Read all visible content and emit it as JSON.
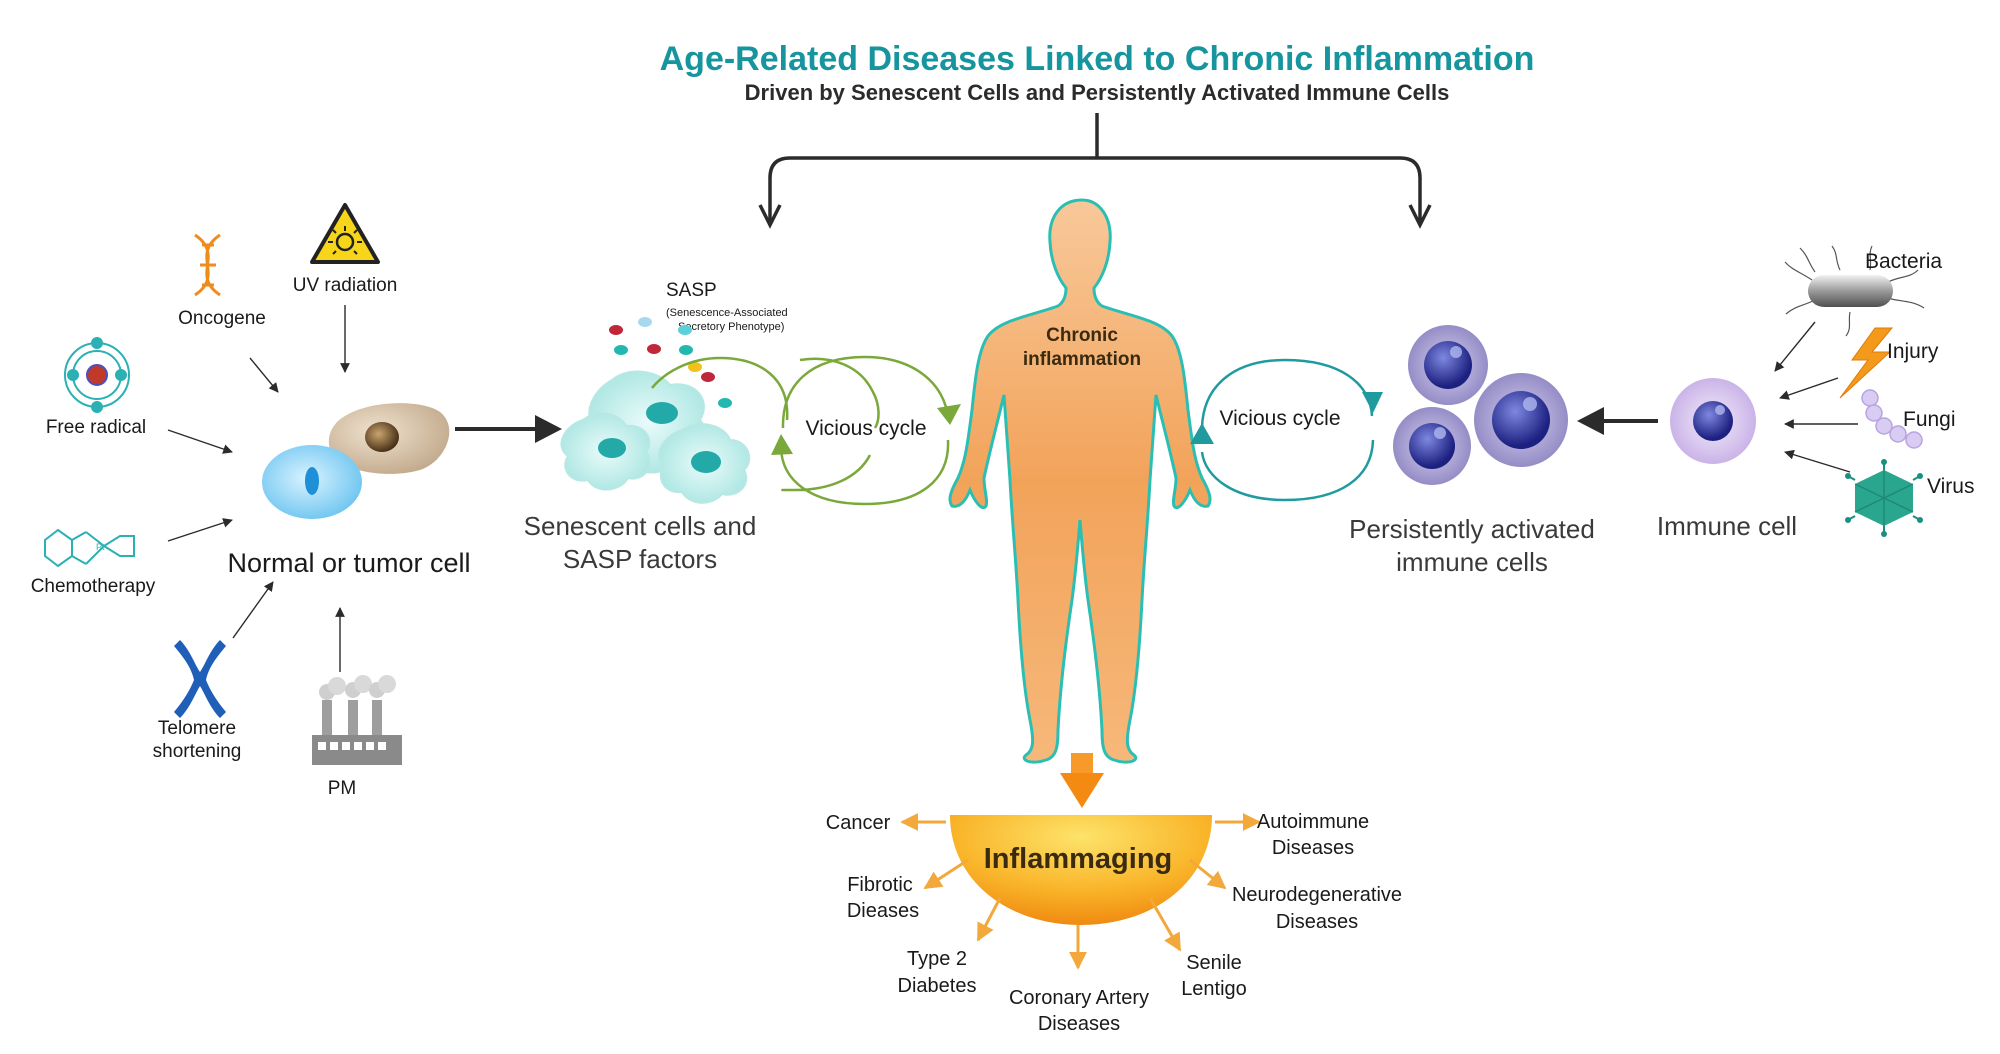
{
  "title": "Age-Related Diseases Linked to Chronic Inflammation",
  "subtitle": "Driven by Senescent Cells and Persistently Activated Immune Cells",
  "inducers": {
    "oncogene": "Oncogene",
    "uv": "UV radiation",
    "free_radical": "Free radical",
    "chemotherapy": "Chemotherapy",
    "telomere_line1": "Telomere",
    "telomere_line2": "shortening",
    "pm": "PM"
  },
  "normal_cell_label": "Normal or tumor cell",
  "sasp": {
    "title": "SASP",
    "sub_line1": "(Senescence-Associated",
    "sub_line2": "Secretory Phenotype)"
  },
  "senescent_label_line1": "Senescent cells and",
  "senescent_label_line2": "SASP factors",
  "vicious_cycle_left": "Vicious cycle",
  "vicious_cycle_right": "Vicious cycle",
  "body_label_line1": "Chronic",
  "body_label_line2": "inflammation",
  "activated_label_line1": "Persistently activated",
  "activated_label_line2": "immune cells",
  "immune_cell_label": "Immune cell",
  "pathogens": {
    "bacteria": "Bacteria",
    "injury": "Injury",
    "fungi": "Fungi",
    "virus": "Virus"
  },
  "inflammaging": "Inflammaging",
  "diseases": {
    "cancer": "Cancer",
    "autoimmune_1": "Autoimmune",
    "autoimmune_2": "Diseases",
    "fibrotic_1": "Fibrotic",
    "fibrotic_2": "Dieases",
    "neuro_1": "Neurodegenerative",
    "neuro_2": "Diseases",
    "diabetes_1": "Type 2",
    "diabetes_2": "Diabetes",
    "senile_1": "Senile",
    "senile_2": "Lentigo",
    "coronary_1": "Coronary Artery",
    "coronary_2": "Diseases"
  },
  "colors": {
    "title": "#16959e",
    "teal_cycle": "#1f9ba0",
    "green_cycle": "#7aa83a",
    "body_fill": "#f2a35a",
    "body_outline": "#2bbfb3",
    "inflammaging": "#f7a21b",
    "disease_arrow": "#f2a83a",
    "immune_dark": "#2a2f8a",
    "immune_light": "#c7b7e8"
  }
}
